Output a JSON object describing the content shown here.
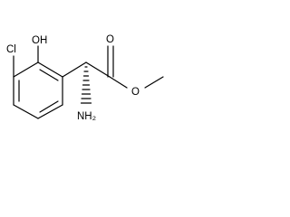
{
  "molecule": {
    "atoms": {
      "cl": "Cl",
      "oh": "OH",
      "o_carbonyl": "O",
      "o_ester": "O",
      "nh2": "NH₂"
    }
  }
}
